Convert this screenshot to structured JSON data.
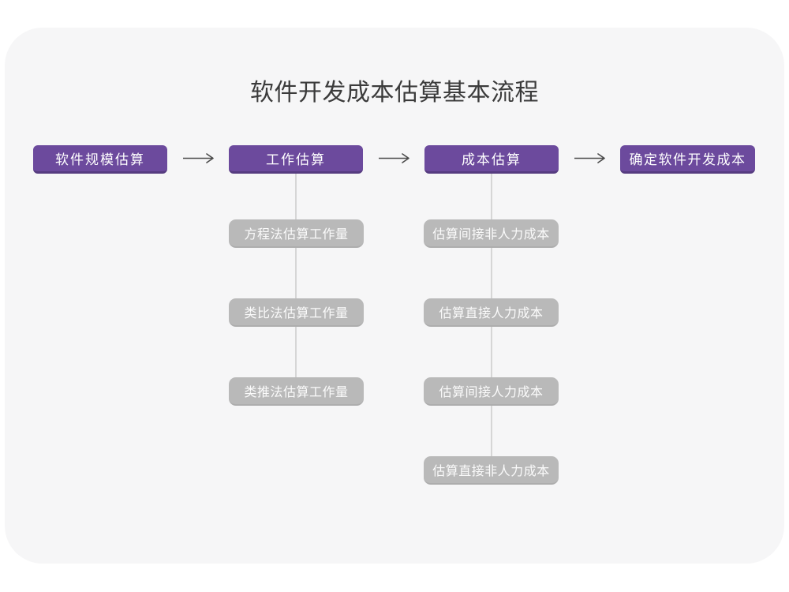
{
  "diagram": {
    "title": "软件开发成本估算基本流程",
    "main_steps": [
      {
        "label": "软件规模估算"
      },
      {
        "label": "工作估算"
      },
      {
        "label": "成本估算"
      },
      {
        "label": "确定软件开发成本"
      }
    ],
    "work_substeps": [
      "方程法估算工作量",
      "类比法估算工作量",
      "类推法估算工作量"
    ],
    "cost_substeps": [
      "估算间接非人力成本",
      "估算直接人力成本",
      "估算间接人力成本",
      "估算直接非人力成本"
    ]
  },
  "icons": {
    "arrow_right": "→"
  },
  "colors": {
    "accent_purple": "#6c4a9d",
    "accent_purple_dark": "#563c80",
    "sub_node_gray": "#b9b9b9",
    "sub_node_gray_dark": "#adadad",
    "card_background": "#f6f6f7",
    "page_background": "#ffffff",
    "title_text": "#3b3b3b",
    "node_text": "#ffffff",
    "arrow_stroke": "#4a4a4a",
    "connector_line": "#d6d6d6"
  }
}
